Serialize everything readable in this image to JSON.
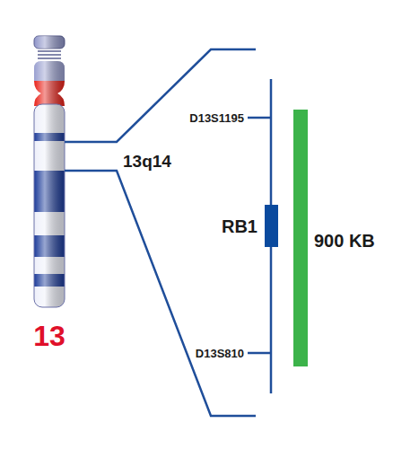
{
  "diagram": {
    "labels": [
      "13",
      "13q14",
      "D13S1195",
      "RB1",
      "D13S810",
      "900 KB"
    ]
  }
}
